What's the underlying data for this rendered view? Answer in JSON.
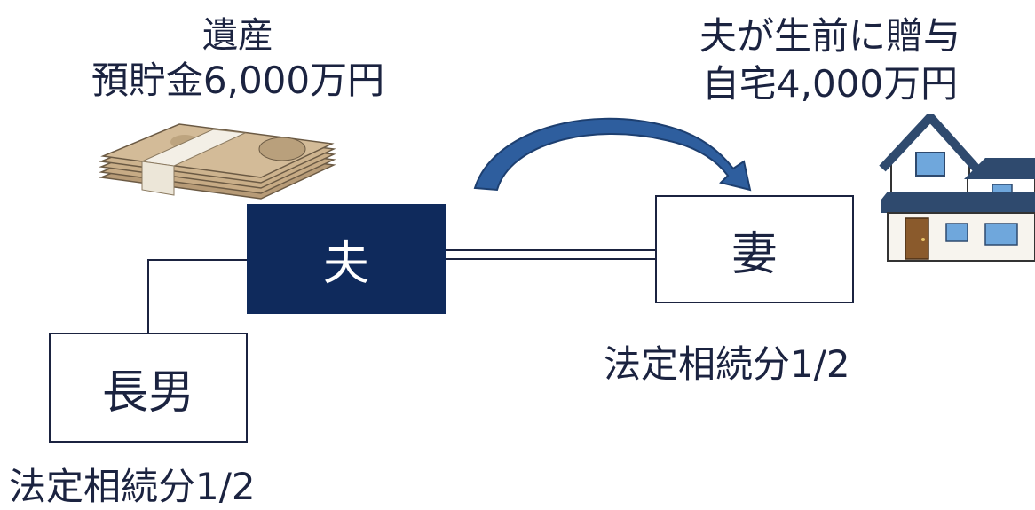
{
  "estate": {
    "title": "遺産",
    "amount": "預貯金6,000万円"
  },
  "gift": {
    "title": "夫が生前に贈与",
    "amount": "自宅4,000万円"
  },
  "people": {
    "husband": "夫",
    "wife": "妻",
    "eldest_son": "長男"
  },
  "shares": {
    "wife_share": "法定相続分1/2",
    "son_share": "法定相続分1/2"
  },
  "icons": {
    "money": "money-bundle-icon",
    "house": "house-icon"
  },
  "colors": {
    "navy": "#0f2a5c",
    "arrow": "#2e5e9e",
    "text": "#1b2340"
  }
}
